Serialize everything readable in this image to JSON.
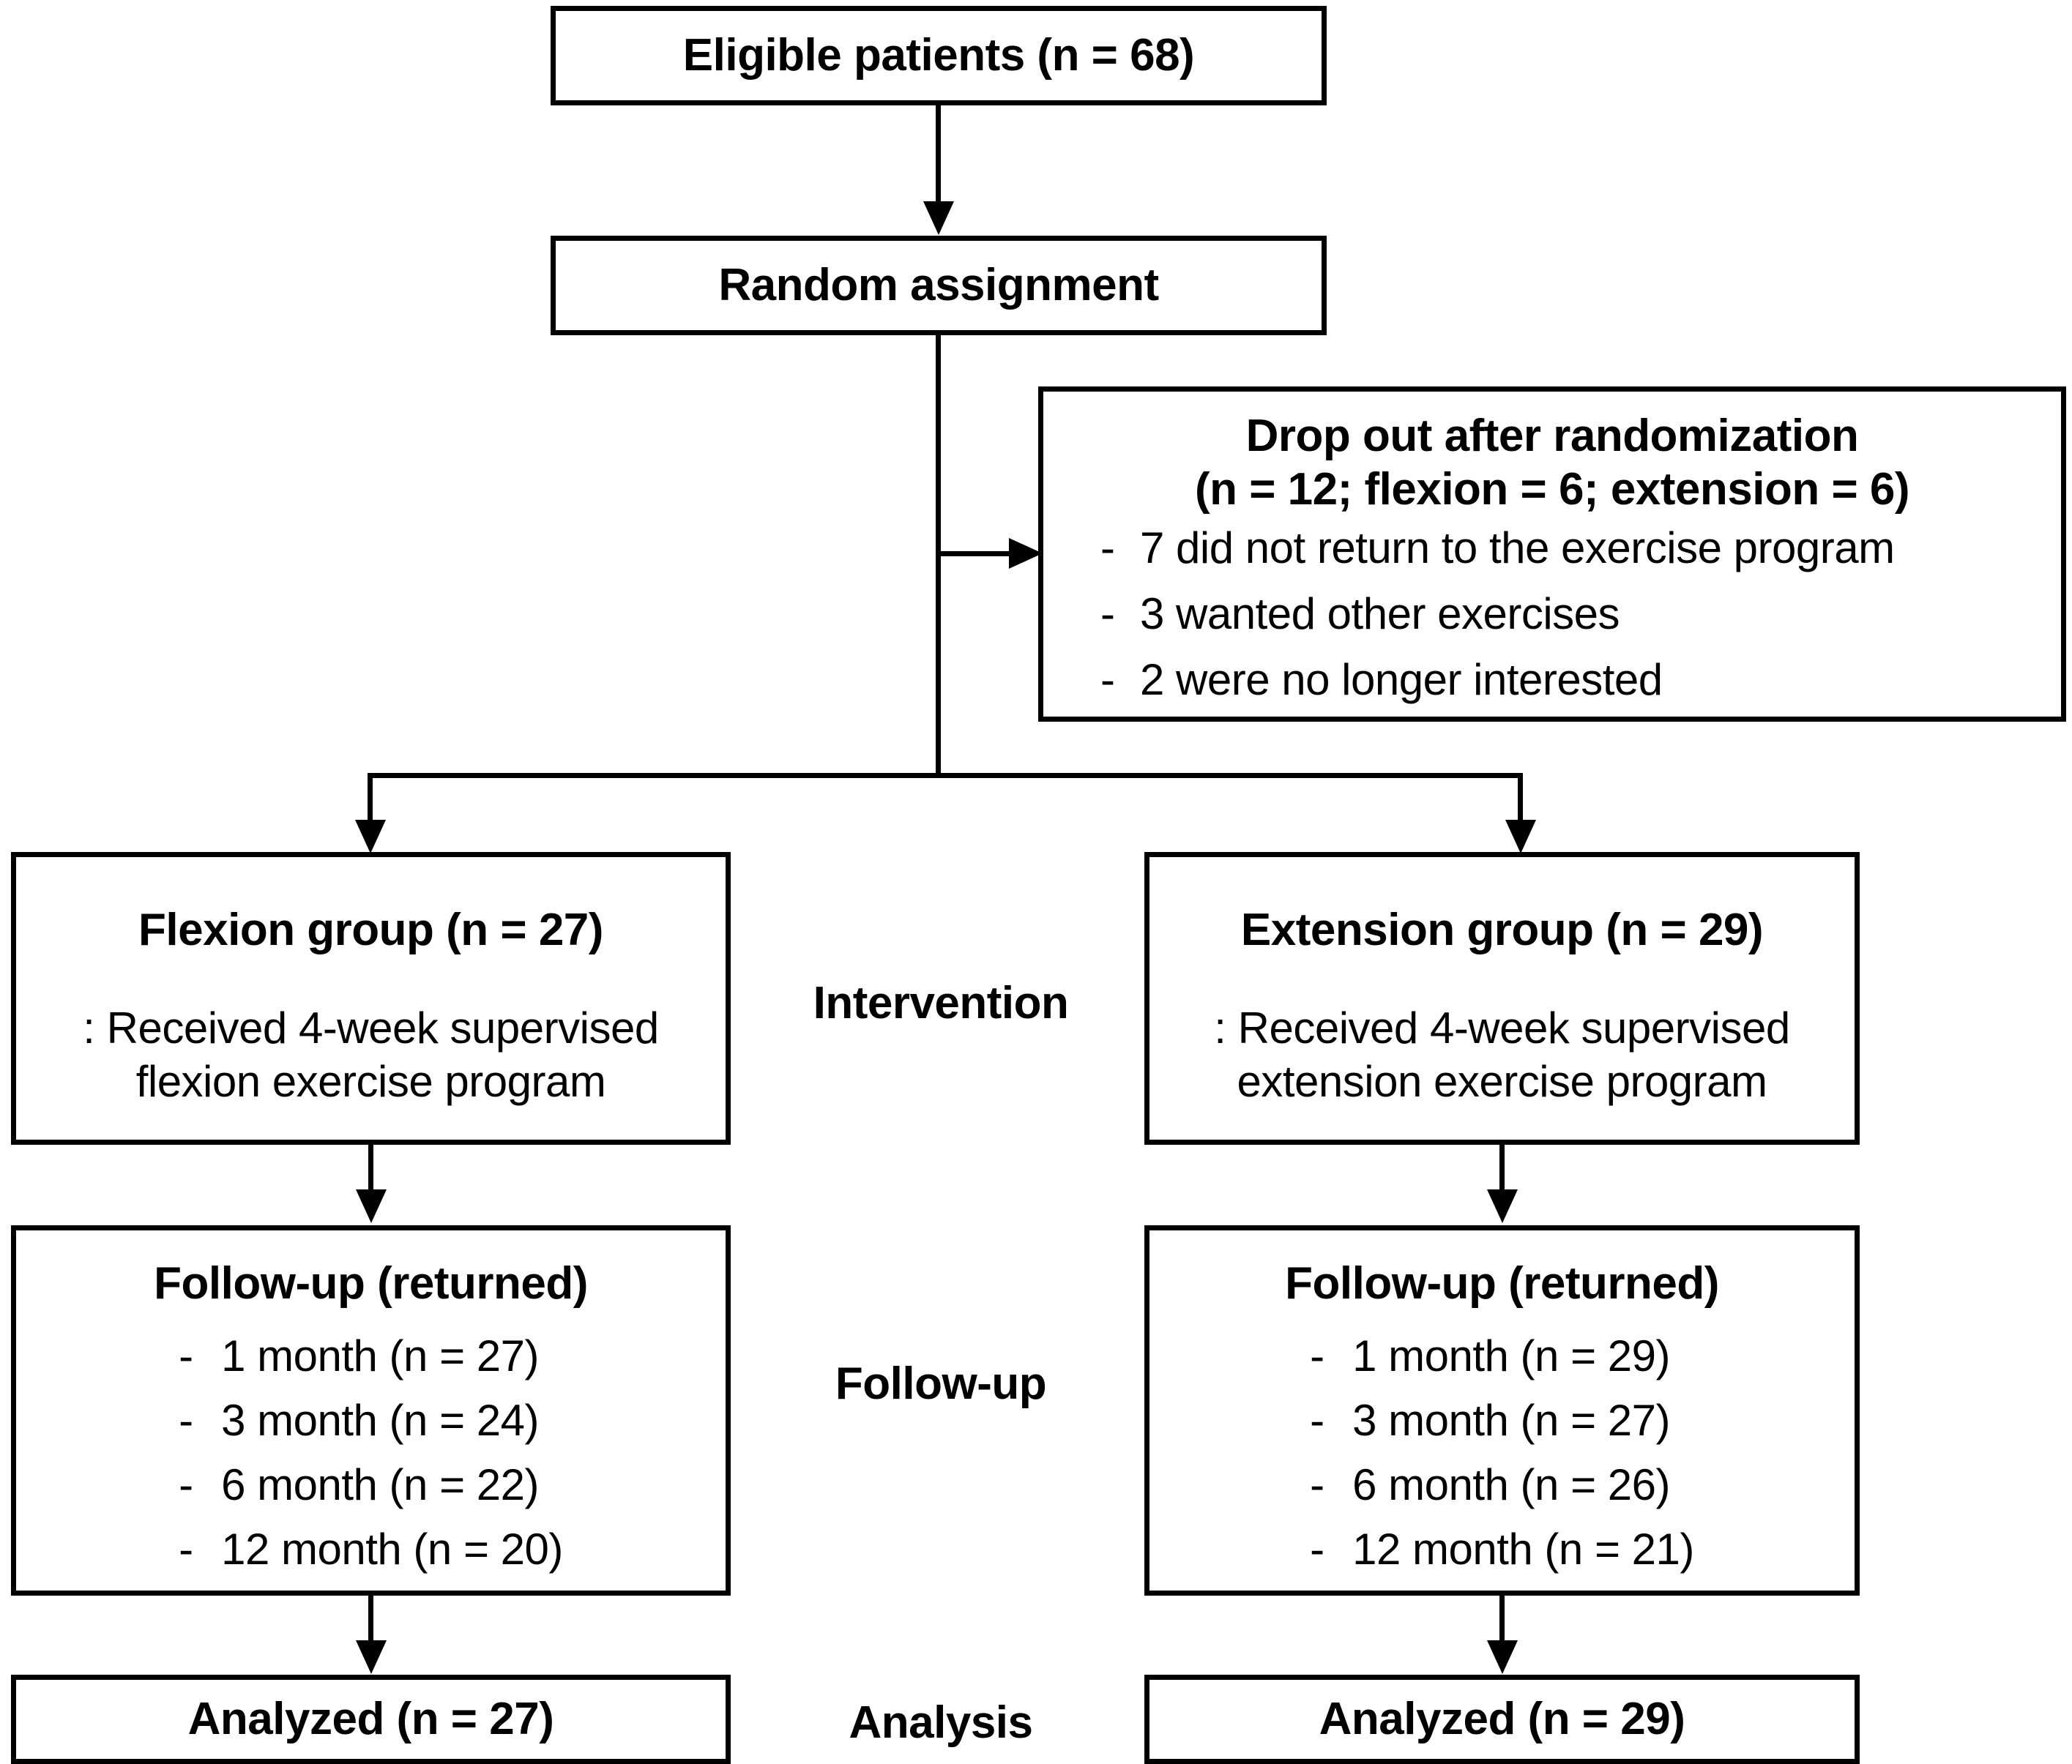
{
  "diagram": {
    "title": "CONSORT participant flow diagram",
    "colors": {
      "line": "#000000",
      "box_border": "#000000",
      "background": "#ffffff",
      "text": "#000000"
    }
  },
  "nodes": {
    "eligible": {
      "label": "Eligible patients (n = 68)"
    },
    "random_assignment": {
      "label": "Random assignment"
    },
    "dropout": {
      "title_line1": "Drop out after randomization",
      "title_line2": "(n = 12; flexion = 6; extension = 6)",
      "dash": "-",
      "reasons": [
        "7 did not return to the exercise program",
        "3 wanted other exercises",
        "2 were no longer interested"
      ]
    },
    "flexion_group": {
      "title": "Flexion group (n = 27)",
      "desc_line1": ": Received 4-week supervised",
      "desc_line2": "flexion exercise program"
    },
    "extension_group": {
      "title": "Extension group (n = 29)",
      "desc_line1": ": Received 4-week supervised",
      "desc_line2": "extension exercise program"
    },
    "followup_flexion": {
      "title": "Follow-up (returned)",
      "dash": "-",
      "items": [
        "1 month (n = 27)",
        "3 month (n = 24)",
        "6 month (n = 22)",
        "12 month (n = 20)"
      ]
    },
    "followup_extension": {
      "title": "Follow-up (returned)",
      "dash": "-",
      "items": [
        "1 month (n = 29)",
        "3 month (n = 27)",
        "6 month (n = 26)",
        "12 month (n = 21)"
      ]
    },
    "analyzed_flexion": {
      "label": "Analyzed (n = 27)"
    },
    "analyzed_extension": {
      "label": "Analyzed (n = 29)"
    }
  },
  "stage_labels": {
    "intervention": "Intervention",
    "followup": "Follow-up",
    "analysis": "Analysis"
  }
}
